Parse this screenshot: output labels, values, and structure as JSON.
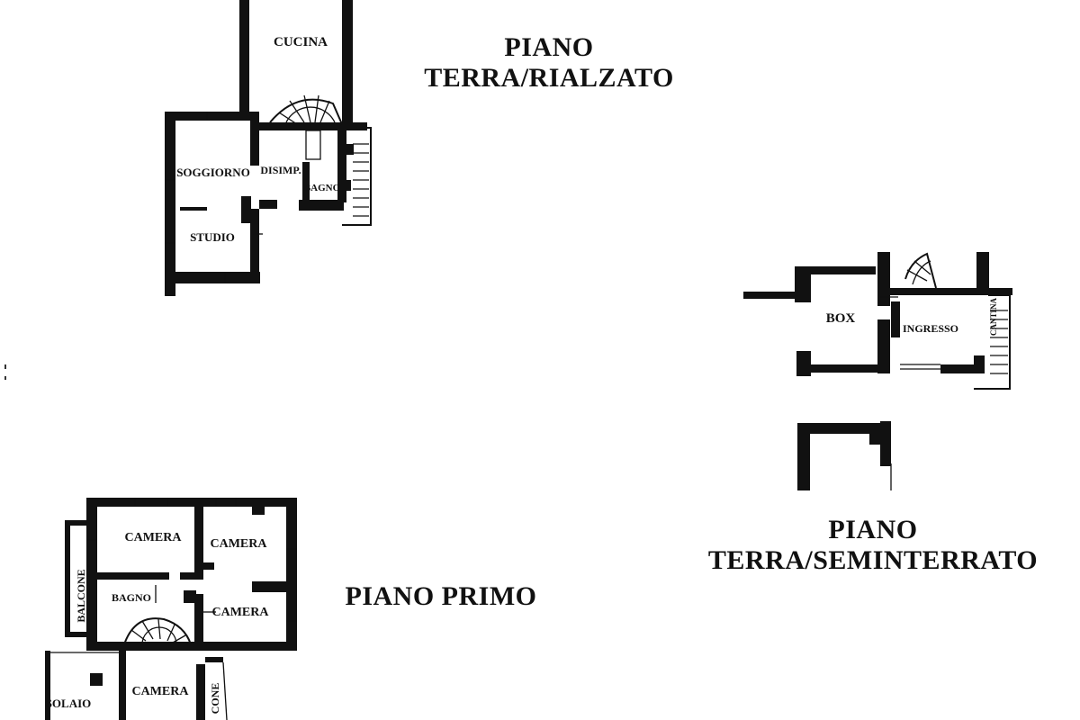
{
  "floors": {
    "ground_raised": {
      "title_line1": "PIANO",
      "title_line2": "TERRA/RIALZATO",
      "rooms": {
        "kitchen": "CUCINA",
        "living": "SOGGIORNO",
        "hall": "DISIMP.",
        "bath": "BAGNO",
        "study": "STUDIO"
      }
    },
    "ground_basement": {
      "title_line1": "PIANO",
      "title_line2": "TERRA/SEMINTERRATO",
      "rooms": {
        "box": "BOX",
        "entrance": "INGRESSO",
        "cellar": "CANTINA"
      }
    },
    "first": {
      "title": "PIANO PRIMO",
      "rooms": {
        "bedroom_nw": "CAMERA",
        "bedroom_ne": "CAMERA",
        "bedroom_e": "CAMERA",
        "bath": "BAGNO",
        "balcony": "BALCONE",
        "attic": "SOLAIO",
        "bedroom_s": "CAMERA",
        "balcony_s": "CONE"
      }
    }
  }
}
